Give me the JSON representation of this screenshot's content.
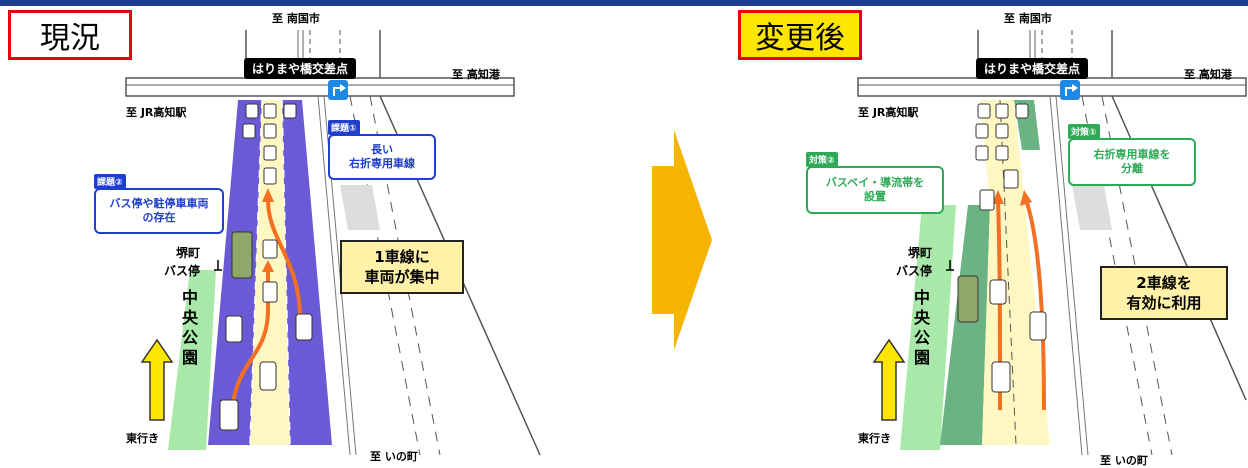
{
  "colors": {
    "header_bar": "#1f3d8f",
    "current_lane": "#6b5ad6",
    "road_yellow": "#fff7c2",
    "park_green": "#a8e8a8",
    "callout_border_blue": "#1f3fcc",
    "callout_border_green": "#2eaa57",
    "arrow_orange": "#f36f21",
    "center_arrow": "#f5b400",
    "title_border": "#e60012",
    "after_title_bg": "#ffe600"
  },
  "left": {
    "title": "現況",
    "to_north": "至 南国市",
    "to_south": "至 いの町",
    "to_east": "至 高知港",
    "to_west": "至 JR高知駅",
    "intersection": "はりまや橋交差点",
    "issue1_tag": "課題①",
    "issue1_text_1": "長い",
    "issue1_text_2": "右折専用車線",
    "issue2_tag": "課題②",
    "issue2_text_1": "バス停や駐停車車両",
    "issue2_text_2": "の存在",
    "busstop_1": "堺町",
    "busstop_2": "バス停",
    "park": [
      "中",
      "央",
      "公",
      "園"
    ],
    "eastbound": "東行き",
    "callout_1": "1車線に",
    "callout_2": "車両が集中"
  },
  "right": {
    "title": "変更後",
    "to_north": "至 南国市",
    "to_south": "至 いの町",
    "to_east": "至 高知港",
    "to_west": "至 JR高知駅",
    "intersection": "はりまや橋交差点",
    "measure1_tag": "対策①",
    "measure1_text_1": "右折専用車線を",
    "measure1_text_2": "分離",
    "measure2_tag": "対策②",
    "measure2_text_1": "バスベイ・導流帯を",
    "measure2_text_2": "設置",
    "busstop_1": "堺町",
    "busstop_2": "バス停",
    "park": [
      "中",
      "央",
      "公",
      "園"
    ],
    "eastbound": "東行き",
    "callout_1": "2車線を",
    "callout_2": "有効に利用"
  }
}
